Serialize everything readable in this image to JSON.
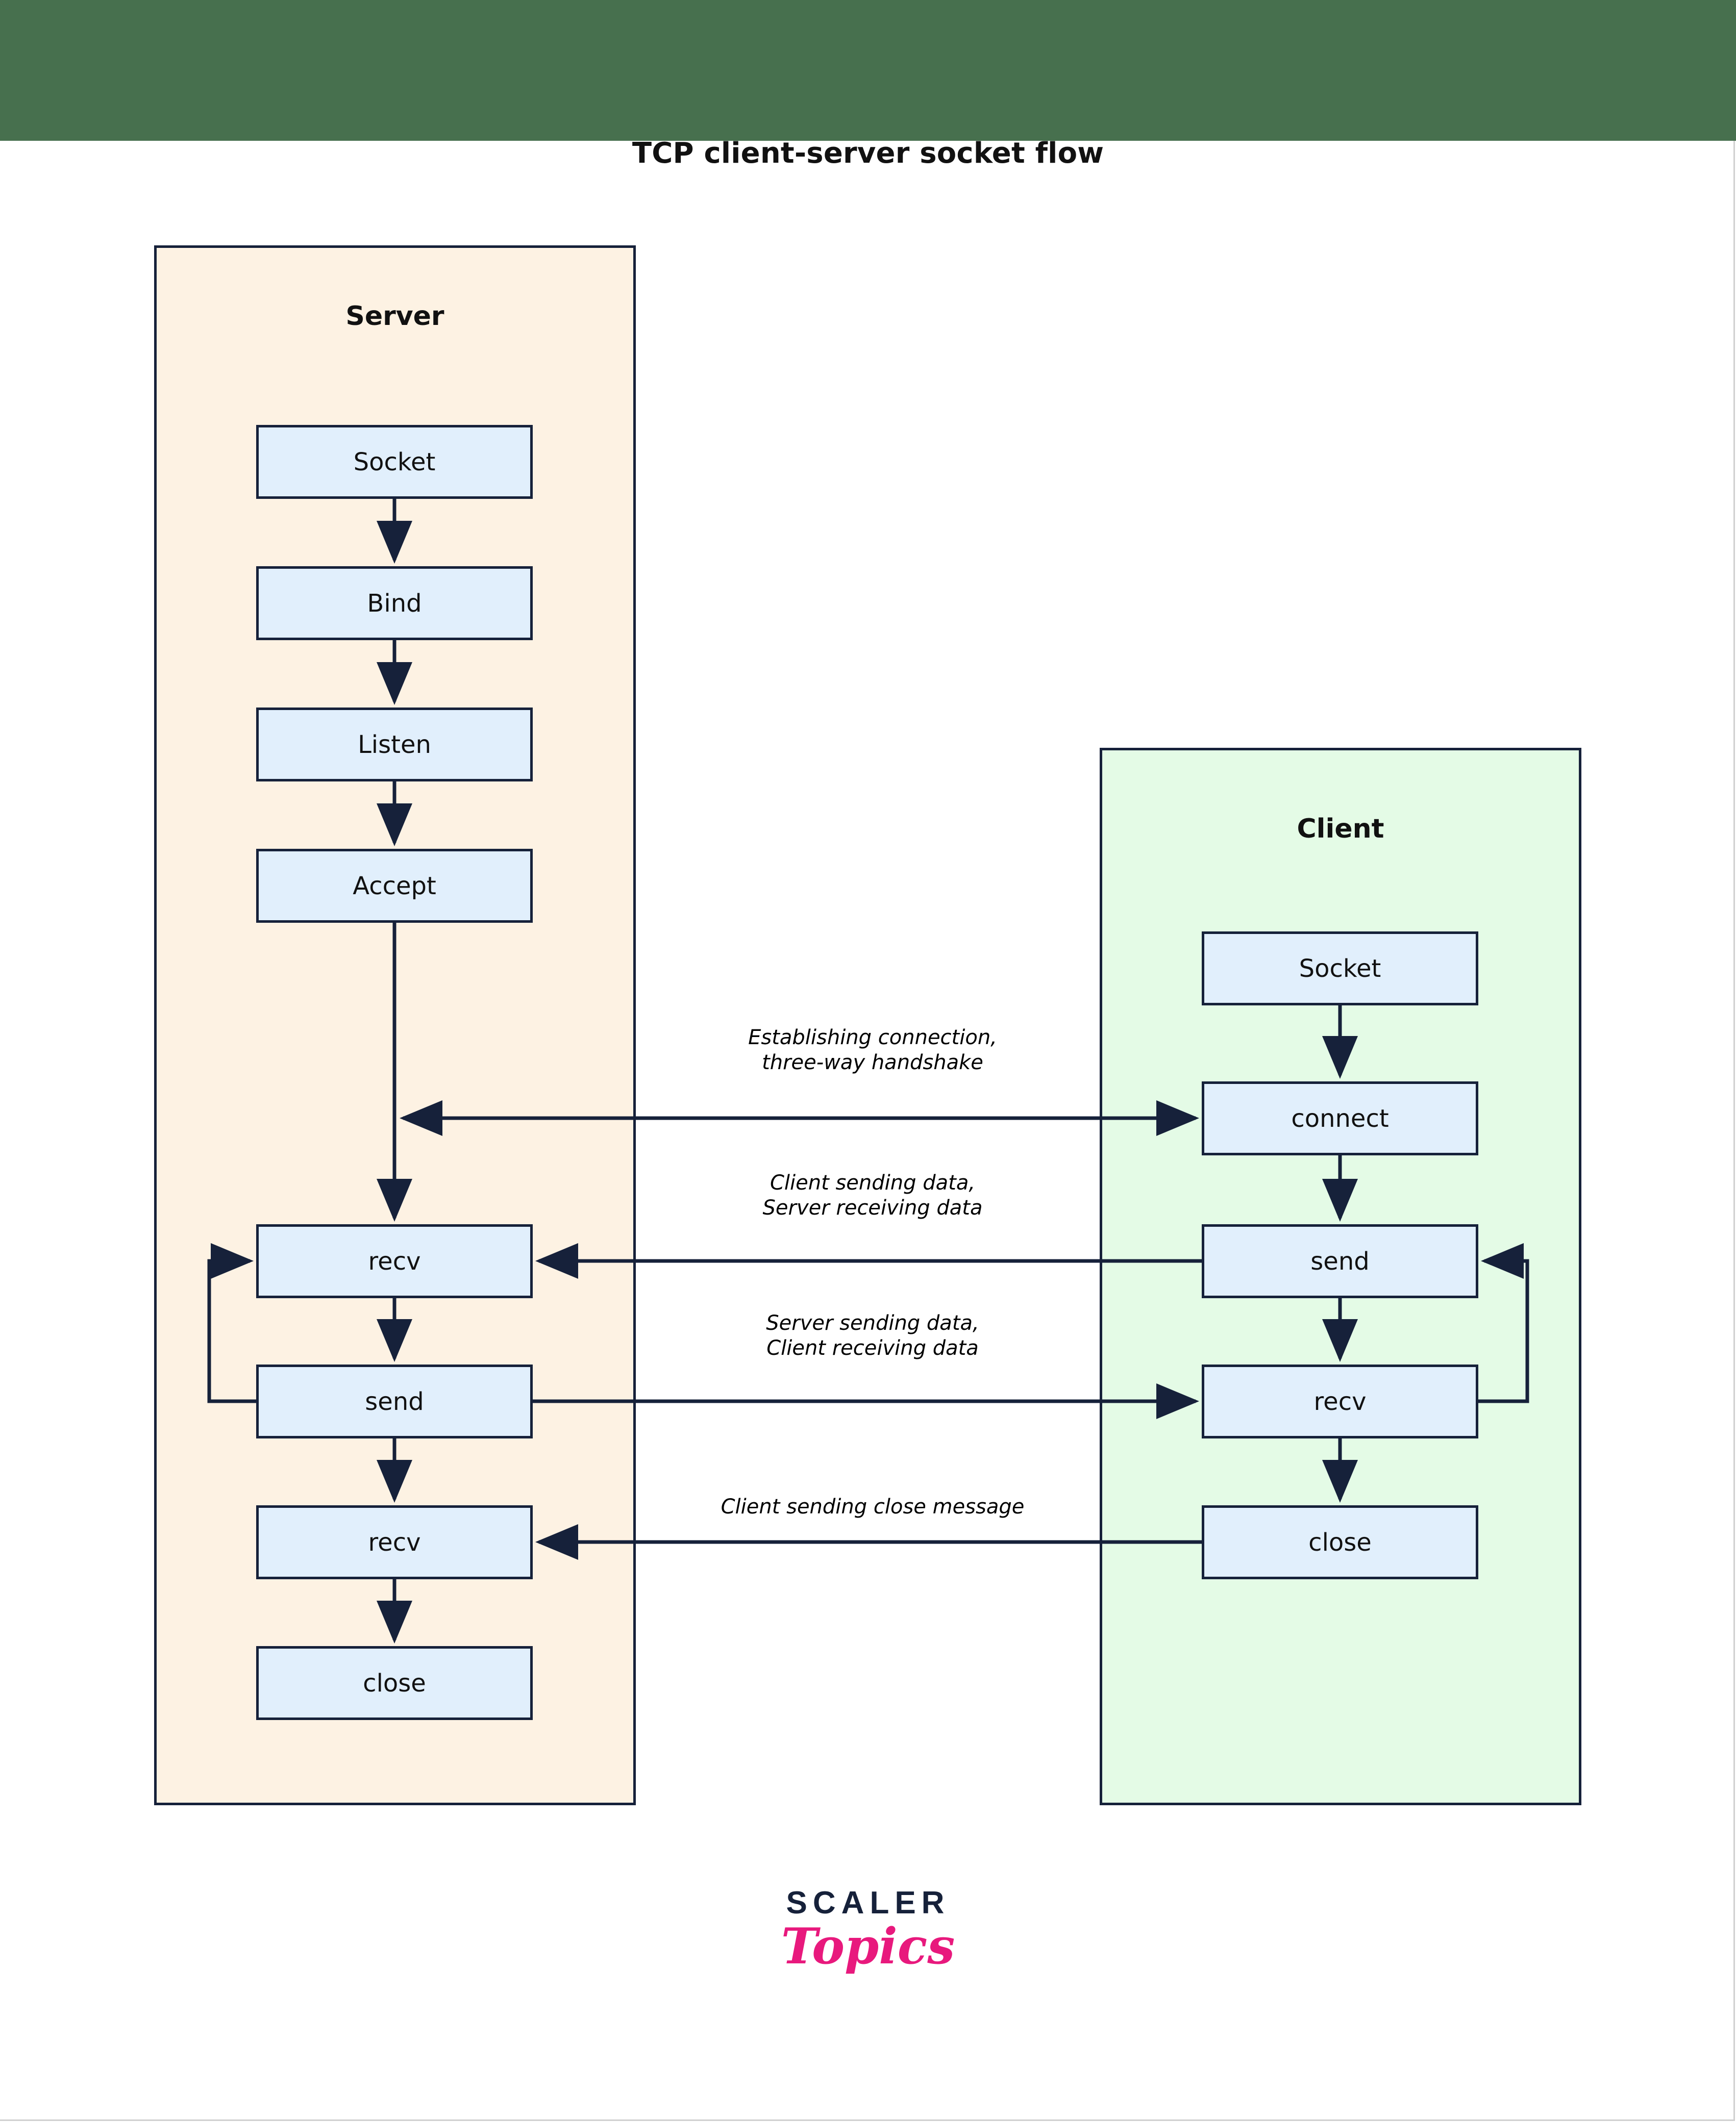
{
  "page": {
    "title": "TCP client-server socket flow",
    "header_color": "#47704e",
    "background": "#ffffff"
  },
  "diagram": {
    "type": "flowchart",
    "lanes": [
      {
        "id": "server",
        "title": "Server",
        "fill": "#fdf2e3",
        "border": "#16213a",
        "nodes": [
          {
            "id": "s-socket",
            "label": "Socket"
          },
          {
            "id": "s-bind",
            "label": "Bind"
          },
          {
            "id": "s-listen",
            "label": "Listen"
          },
          {
            "id": "s-accept",
            "label": "Accept"
          },
          {
            "id": "s-recv1",
            "label": "recv"
          },
          {
            "id": "s-send",
            "label": "send"
          },
          {
            "id": "s-recv2",
            "label": "recv"
          },
          {
            "id": "s-close",
            "label": "close"
          }
        ]
      },
      {
        "id": "client",
        "title": "Client",
        "fill": "#e4fbe6",
        "border": "#16213a",
        "nodes": [
          {
            "id": "c-socket",
            "label": "Socket"
          },
          {
            "id": "c-connect",
            "label": "connect"
          },
          {
            "id": "c-send",
            "label": "send"
          },
          {
            "id": "c-recv",
            "label": "recv"
          },
          {
            "id": "c-close",
            "label": "close"
          }
        ]
      }
    ],
    "node_fill": "#e1effc",
    "node_border": "#16213a",
    "edge_labels": [
      {
        "id": "handshake",
        "text": "Establishing connection,\nthree-way handshake"
      },
      {
        "id": "client-send",
        "text": "Client sending data,\nServer receiving data"
      },
      {
        "id": "server-send",
        "text": "Server sending data,\nClient receiving data"
      },
      {
        "id": "client-close",
        "text": "Client sending close message"
      }
    ]
  },
  "logo": {
    "primary": "SCALER",
    "secondary": "Topics",
    "primary_color": "#16213a",
    "secondary_color": "#e8197d"
  }
}
